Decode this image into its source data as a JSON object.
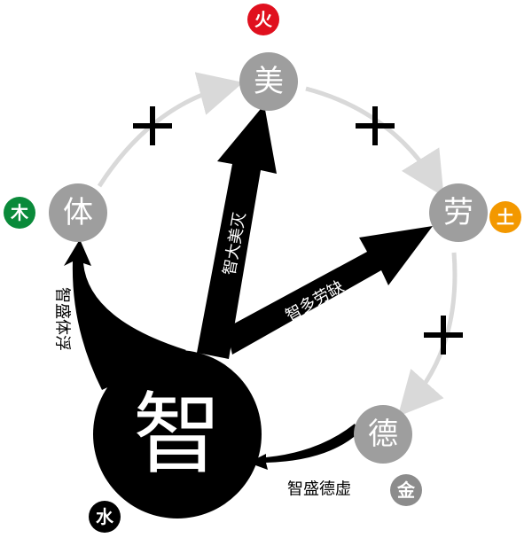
{
  "nodes": {
    "mei": "美",
    "ti": "体",
    "lao": "劳",
    "de": "德",
    "zhi": "智"
  },
  "elements": {
    "fire": {
      "label": "火",
      "color": "#e0101e"
    },
    "wood": {
      "label": "木",
      "color": "#0a8a3a"
    },
    "earth": {
      "label": "土",
      "color": "#f39800"
    },
    "metal": {
      "label": "金",
      "color": "#8c8c8c"
    },
    "water": {
      "label": "水",
      "color": "#000000"
    }
  },
  "arrows": {
    "to_mei": "智大美灭",
    "to_lao": "智多劳缺",
    "to_ti": "智盛体浮",
    "from_de": "智盛德虚"
  },
  "colors": {
    "node": "#9e9e9e",
    "cycle_arrow": "#d9d9d9",
    "main": "#000000"
  }
}
